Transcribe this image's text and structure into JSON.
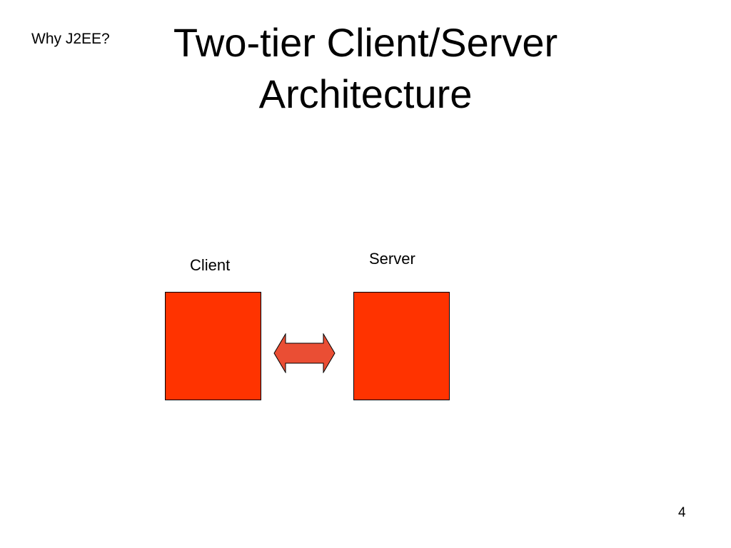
{
  "slide": {
    "section_label": "Why J2EE?",
    "title_line_1": "Two-tier Client/Server",
    "title_line_2": "Architecture",
    "page_number": "4"
  },
  "diagram": {
    "client_label": "Client",
    "server_label": "Server",
    "connector": "bidirectional-arrow",
    "colors": {
      "box_fill": "#FF3300",
      "arrow_fill": "#EA4E34",
      "outline": "#000000"
    }
  }
}
